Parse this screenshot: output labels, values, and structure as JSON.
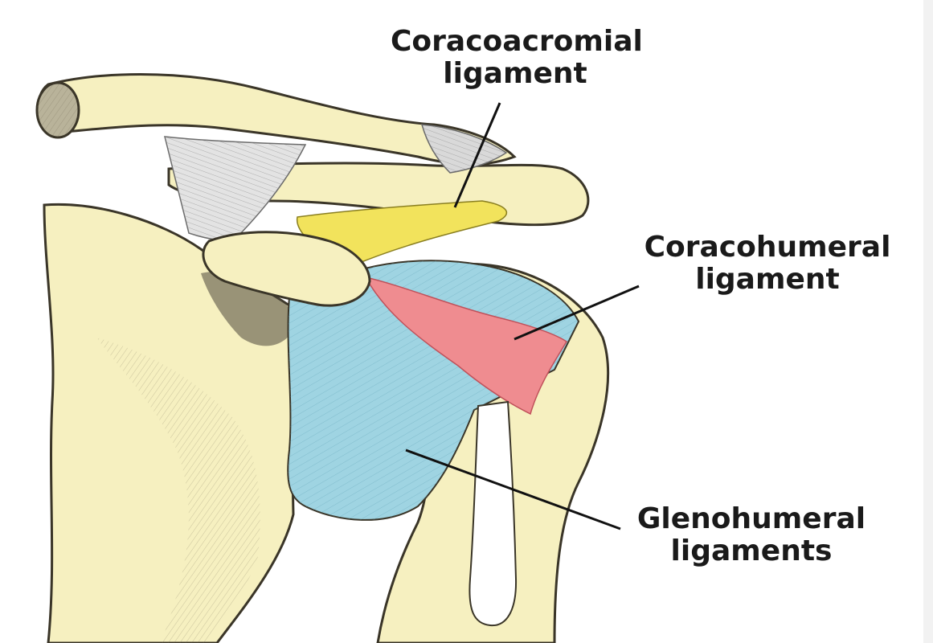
{
  "labels": {
    "coracoacromial": {
      "line1": "Coracoacromial",
      "line2": "ligament"
    },
    "coracohumeral": {
      "line1": "Coracohumeral",
      "line2": "ligament"
    },
    "glenohumeral": {
      "line1": "Glenohumeral",
      "line2": "ligaments"
    }
  },
  "colors": {
    "bone": "#f6f0c0",
    "bone_outline": "#3a3528",
    "coracoacromial_ligament": "#f2e35c",
    "coracohumeral_ligament": "#ef8c90",
    "glenohumeral_capsule": "#9fd4e2",
    "tendon": "#ffffff",
    "leader_line": "#111111"
  }
}
